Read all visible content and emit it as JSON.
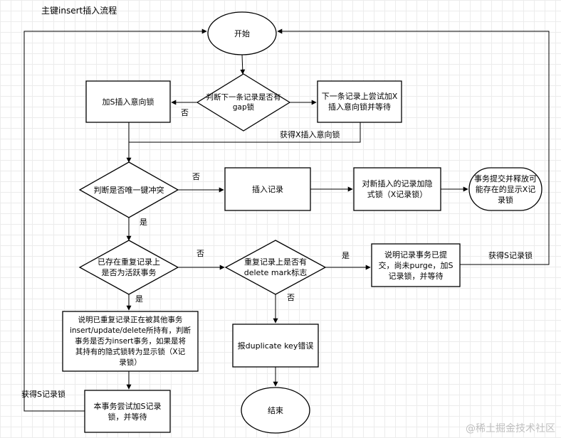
{
  "title": "主键insert插入流程",
  "nodes": {
    "start": "开始",
    "check_gap": "判断下一条记录是否有\ngap锁",
    "s_intent": "加S插入意向锁",
    "wait_x_intent": "下一条记录上尝试加X\n插入意向锁并等待",
    "check_unique": "判断是否唯一键冲突",
    "insert": "插入记录",
    "implicit_lock": "对新插入的记录加隐\n式锁（X记录锁）",
    "commit": "事务提交并释放可\n能存在的显示X记\n录锁",
    "check_active": "已存在重复记录上\n是否为活跃事务",
    "check_delete": "重复记录上是否有\ndelete mark标志",
    "explain_commit": "说明记录事务已提\n交，尚未purge，加S\n记录锁，并等待",
    "explain_held": "说明已重复记录正在被其他事务\ninsert/update/delete所持有，判断\n事务是否为insert事务，如果是将\n其持有的隐式锁转为显示锁（X记\n录锁）",
    "dup_error": "报duplicate key错误",
    "try_s_lock": "本事务尝试加S记录\n锁，并等待",
    "end": "结束"
  },
  "edge_labels": {
    "gap_no": "否",
    "get_x_intent": "获得X插入意向锁",
    "unique_no": "否",
    "unique_yes": "是",
    "active_no": "否",
    "active_yes": "是",
    "delete_yes": "是",
    "delete_no": "否",
    "get_s_right": "获得S记录锁",
    "get_s_left": "获得S记录锁"
  },
  "watermark": "@稀土掘金技术社区"
}
